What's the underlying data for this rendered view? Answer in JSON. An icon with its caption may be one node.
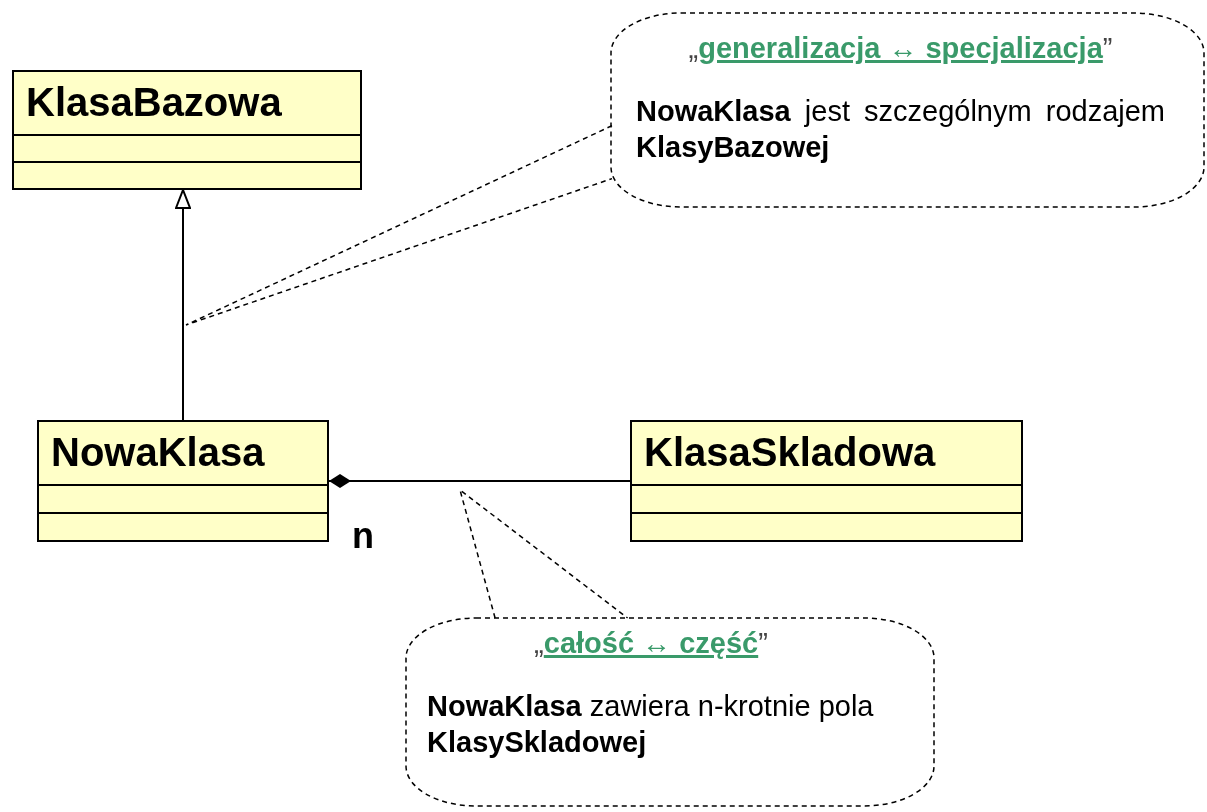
{
  "diagram": {
    "nodes": [
      {
        "text": [
          "KlasaBazowa"
        ]
      },
      {
        "text": [
          "NowaKlasa"
        ]
      },
      {
        "text": [
          "KlasaSkladowa"
        ]
      },
      {
        "text": [
          "„**generalizacja ↔ specjalizacja**”",
          "**NowaKlasa** jest szczególnym rodzajem **KlasyBazowej**"
        ]
      },
      {
        "text": [
          "„**całość ↔ część**”",
          "**NowaKlasa** zawiera n-krotnie pola **KlasySkladowej**"
        ]
      }
    ],
    "edges": [
      {
        "from": 1,
        "to": 0,
        "arrow": "to"
      },
      {
        "from": 1,
        "to": 2,
        "arrow": "other"
      },
      {
        "from": 3,
        "to": null,
        "arrow": "none",
        "style": "dashed"
      },
      {
        "from": 4,
        "to": null,
        "arrow": "none",
        "style": "dashed"
      }
    ],
    "labels": [
      "n"
    ]
  }
}
